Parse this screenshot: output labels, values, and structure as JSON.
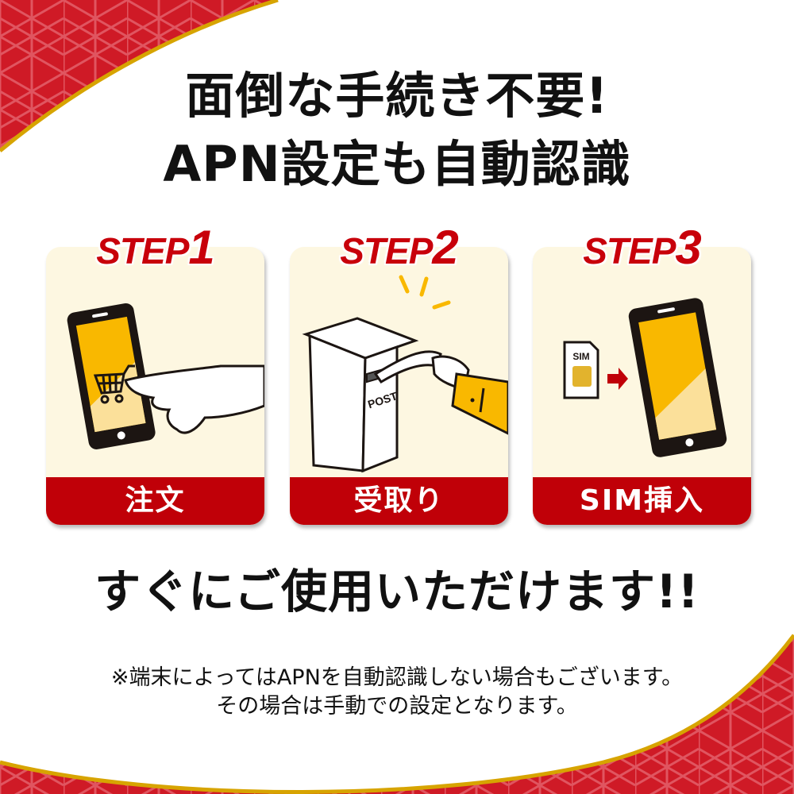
{
  "headline": {
    "line1": "面倒な手続き不要!",
    "line2": "APN設定も自動認識"
  },
  "steps": [
    {
      "label": "STEP",
      "number": "1",
      "caption": "注文",
      "illustration": "smartphone-shopping-cart-hand"
    },
    {
      "label": "STEP",
      "number": "2",
      "caption": "受取り",
      "illustration": "post-box-letter-hand",
      "post_text": "POST"
    },
    {
      "label": "STEP",
      "number": "3",
      "caption": "SIM挿入",
      "illustration": "sim-card-arrow-smartphone",
      "sim_text": "SIM"
    }
  ],
  "cta": "すぐにご使用いただけます!!",
  "notes": [
    "※端末によってはAPNを自動認識しない場合もございます。",
    "その場合は手動での設定となります。"
  ],
  "colors": {
    "brand_red": "#c00008",
    "pattern_red": "#cf1a26",
    "gold": "#d7a400",
    "card_bg": "#fdf7e1",
    "phone_yellow": "#f9b800",
    "phone_light": "#fbe09a"
  }
}
